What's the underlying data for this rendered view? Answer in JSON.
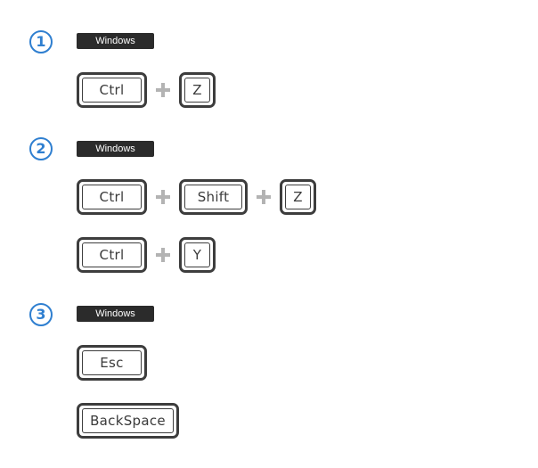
{
  "sections": [
    {
      "number": "1",
      "badge": "Windows",
      "combos": [
        {
          "keys": [
            "Ctrl",
            "Z"
          ]
        }
      ]
    },
    {
      "number": "2",
      "badge": "Windows",
      "combos": [
        {
          "keys": [
            "Ctrl",
            "Shift",
            "Z"
          ]
        },
        {
          "keys": [
            "Ctrl",
            "Y"
          ]
        }
      ]
    },
    {
      "number": "3",
      "badge": "Windows",
      "combos": [
        {
          "keys": [
            "Esc"
          ]
        },
        {
          "keys": [
            "BackSpace"
          ]
        }
      ]
    }
  ],
  "colors": {
    "accent": "#2f7fd0",
    "badge_bg": "#2b2b2b",
    "key_border": "#3d3d3d",
    "plus": "#b3b3b3"
  }
}
